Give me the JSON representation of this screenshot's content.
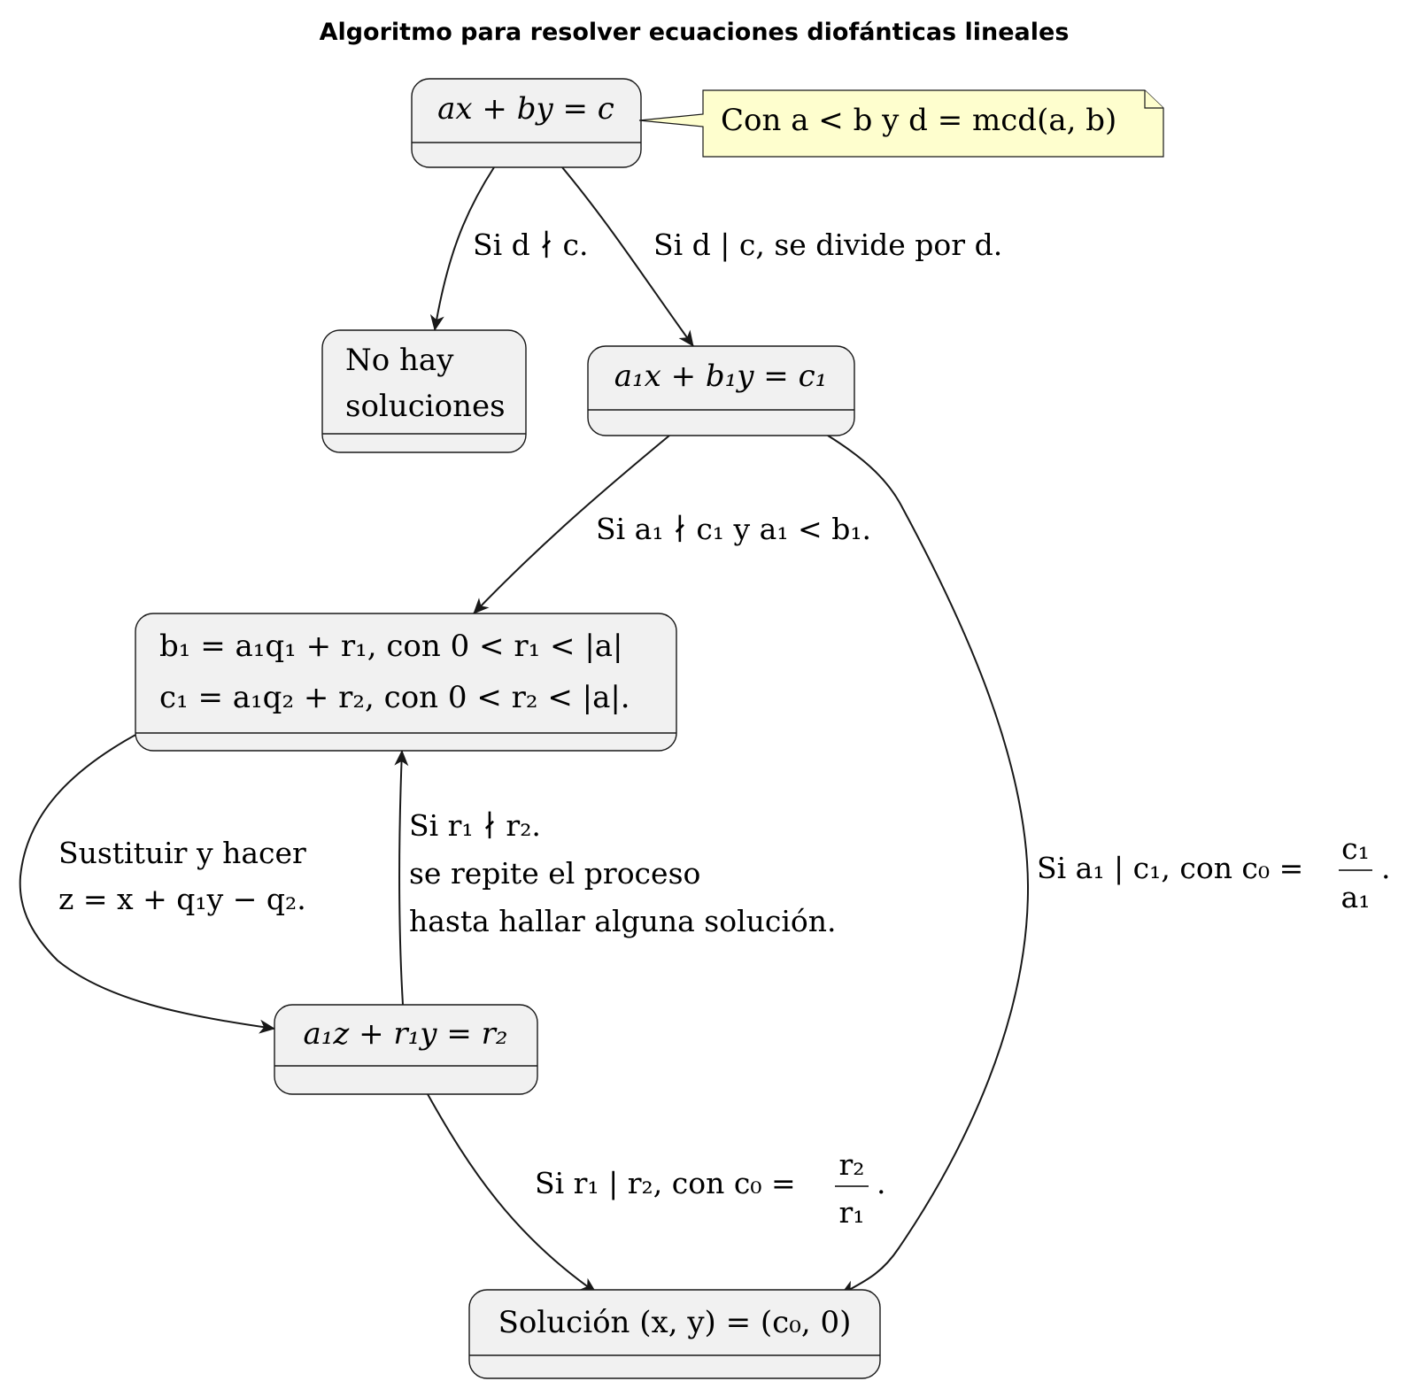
{
  "title": "Algoritmo para resolver ecuaciones diofánticas lineales",
  "colors": {
    "state_fill": "#f1f1f1",
    "note_fill": "#fefece",
    "stroke": "#181818"
  },
  "states": {
    "start": "ax + by = c",
    "no_solution": [
      "No hay",
      "soluciones"
    ],
    "reduced": "a₁x + b₁y = c₁",
    "division": [
      "b₁ = a₁q₁ + r₁,  con 0 < r₁ < |a|",
      "c₁ = a₁q₂ + r₂,  con 0 < r₂ < |a|."
    ],
    "substituted": "a₁z + r₁y = r₂",
    "solution": "Solución (x, y) = (c₀, 0)"
  },
  "note": "Con a < b y d = mcd(a, b)",
  "edges": {
    "no_divide": "Si d ∤ c.",
    "divide": "Si d | c,  se divide por d.",
    "a1_not_divides": "Si a₁ ∤ c₁ y a₁ < b₁.",
    "a1_divides": {
      "prefix": "Si a₁ | c₁,  con c₀ =",
      "num": "c₁",
      "den": "a₁",
      "suffix": "."
    },
    "substitute": [
      "Sustituir y hacer",
      "z = x + q₁y − q₂."
    ],
    "repeat": [
      "Si r₁ ∤ r₂.",
      "se repite el proceso",
      "hasta hallar alguna solución."
    ],
    "r1_divides": {
      "prefix": "Si r₁ | r₂,  con c₀ =",
      "num": "r₂",
      "den": "r₁",
      "suffix": "."
    }
  }
}
